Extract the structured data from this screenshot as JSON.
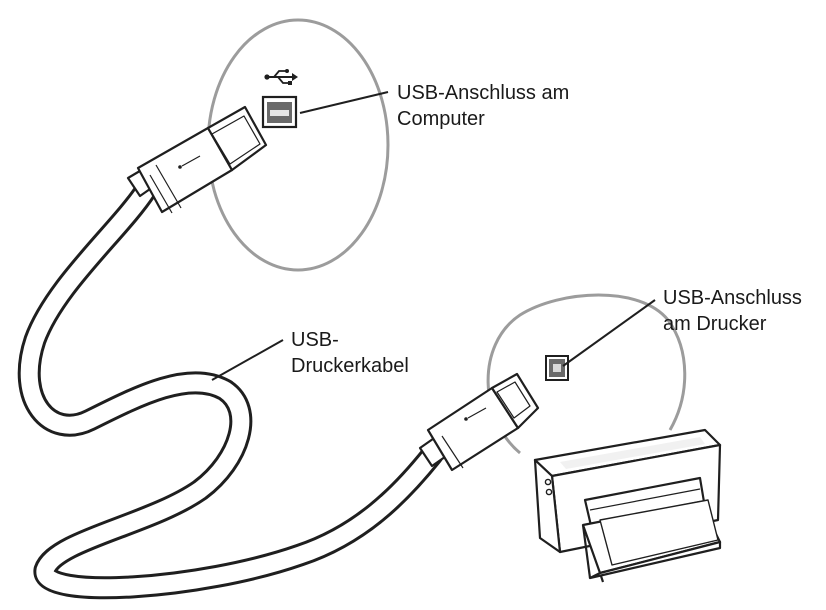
{
  "labels": {
    "computer_port": {
      "line1": "USB-Anschluss am",
      "line2": "Computer"
    },
    "printer_port": {
      "line1": "USB-Anschluss",
      "line2": "am Drucker"
    },
    "cable": {
      "line1": "USB-",
      "line2": "Druckerkabel"
    }
  },
  "icons": {
    "usb_symbol": "usb-trident-icon"
  },
  "colors": {
    "line": "#1f1f1f",
    "circle_outline": "#9c9c9c",
    "fill": "#ffffff"
  }
}
